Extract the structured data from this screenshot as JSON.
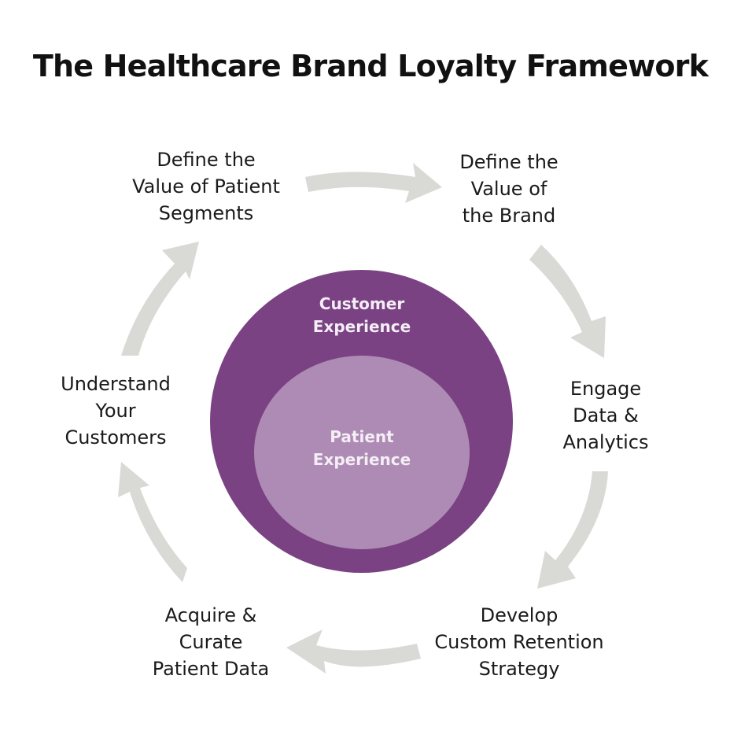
{
  "title": "The Healthcare Brand Loyalty Framework",
  "colors": {
    "outer_circle": "#7a4283",
    "inner_circle": "#ae8bb4",
    "arrow": "#d9d9d6",
    "circle_text": "#f4eef6",
    "step_text": "#1a1a1a"
  },
  "center": {
    "outer_label": [
      "Customer",
      "Experience"
    ],
    "inner_label": [
      "Patient",
      "Experience"
    ]
  },
  "steps": [
    {
      "id": "define-patient-segments",
      "lines": [
        "Define the",
        "Value of Patient",
        "Segments"
      ]
    },
    {
      "id": "define-brand-value",
      "lines": [
        "Define the",
        "Value of",
        "the Brand"
      ]
    },
    {
      "id": "engage-data-analytics",
      "lines": [
        "Engage",
        "Data &",
        "Analytics"
      ]
    },
    {
      "id": "develop-retention-strategy",
      "lines": [
        "Develop",
        "Custom Retention",
        "Strategy"
      ]
    },
    {
      "id": "acquire-curate-data",
      "lines": [
        "Acquire &",
        "Curate",
        "Patient Data"
      ]
    },
    {
      "id": "understand-customers",
      "lines": [
        "Understand",
        "Your",
        "Customers"
      ]
    }
  ],
  "arrows": [
    {
      "from": "define-patient-segments",
      "to": "define-brand-value",
      "direction": "right"
    },
    {
      "from": "define-brand-value",
      "to": "engage-data-analytics",
      "direction": "down-right"
    },
    {
      "from": "engage-data-analytics",
      "to": "develop-retention-strategy",
      "direction": "down-left"
    },
    {
      "from": "develop-retention-strategy",
      "to": "acquire-curate-data",
      "direction": "left"
    },
    {
      "from": "acquire-curate-data",
      "to": "understand-customers",
      "direction": "up-left"
    },
    {
      "from": "understand-customers",
      "to": "define-patient-segments",
      "direction": "up-right"
    }
  ]
}
